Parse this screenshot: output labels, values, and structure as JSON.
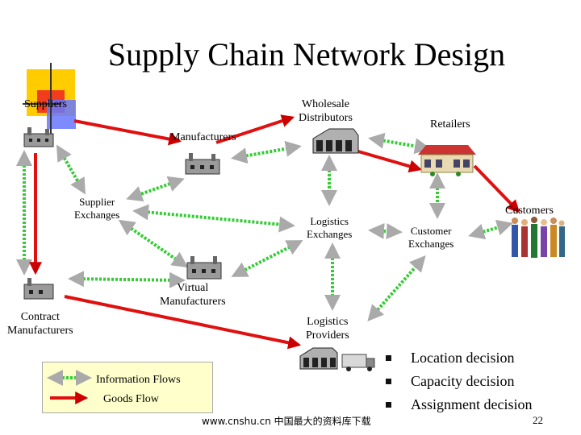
{
  "title": "Supply Chain Network Design",
  "nodes": {
    "suppliers": "Suppliers",
    "manufacturers": "Manufacturers",
    "wholesale_distributors": "Wholesale\nDistributors",
    "retailers": "Retailers",
    "supplier_exchanges": "Supplier\nExchanges",
    "logistics_exchanges": "Logistics\nExchanges",
    "customer_exchanges": "Customer\nExchanges",
    "customers": "Customers",
    "virtual_manufacturers": "Virtual\nManufacturers",
    "contract_manufacturers": "Contract\nManufacturers",
    "logistics_providers": "Logistics\nProviders"
  },
  "legend": {
    "information_flows": "Information Flows",
    "goods_flow": "Goods Flow"
  },
  "bullets": [
    "Location decision",
    "Capacity decision",
    "Assignment decision"
  ],
  "footer": "www.cnshu.cn 中国最大的资料库下载",
  "page_number": "22",
  "colors": {
    "information_flow": "#33cc33",
    "goods_flow": "#e01010",
    "legend_bg": "#ffffcc"
  }
}
